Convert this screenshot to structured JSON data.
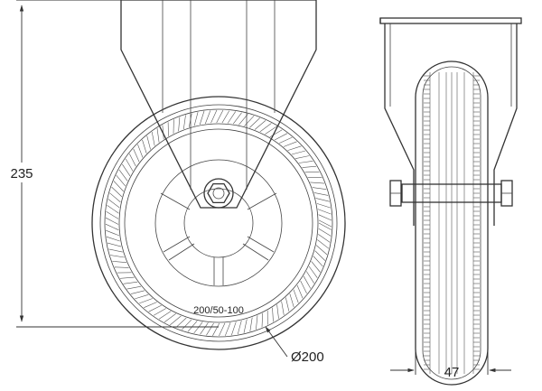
{
  "drawing": {
    "height_label": "235",
    "diameter_label": "Ø200",
    "width_label": "47",
    "tire_marking": "200/50-100"
  },
  "colors": {
    "line": "#333333",
    "background": "#ffffff"
  }
}
